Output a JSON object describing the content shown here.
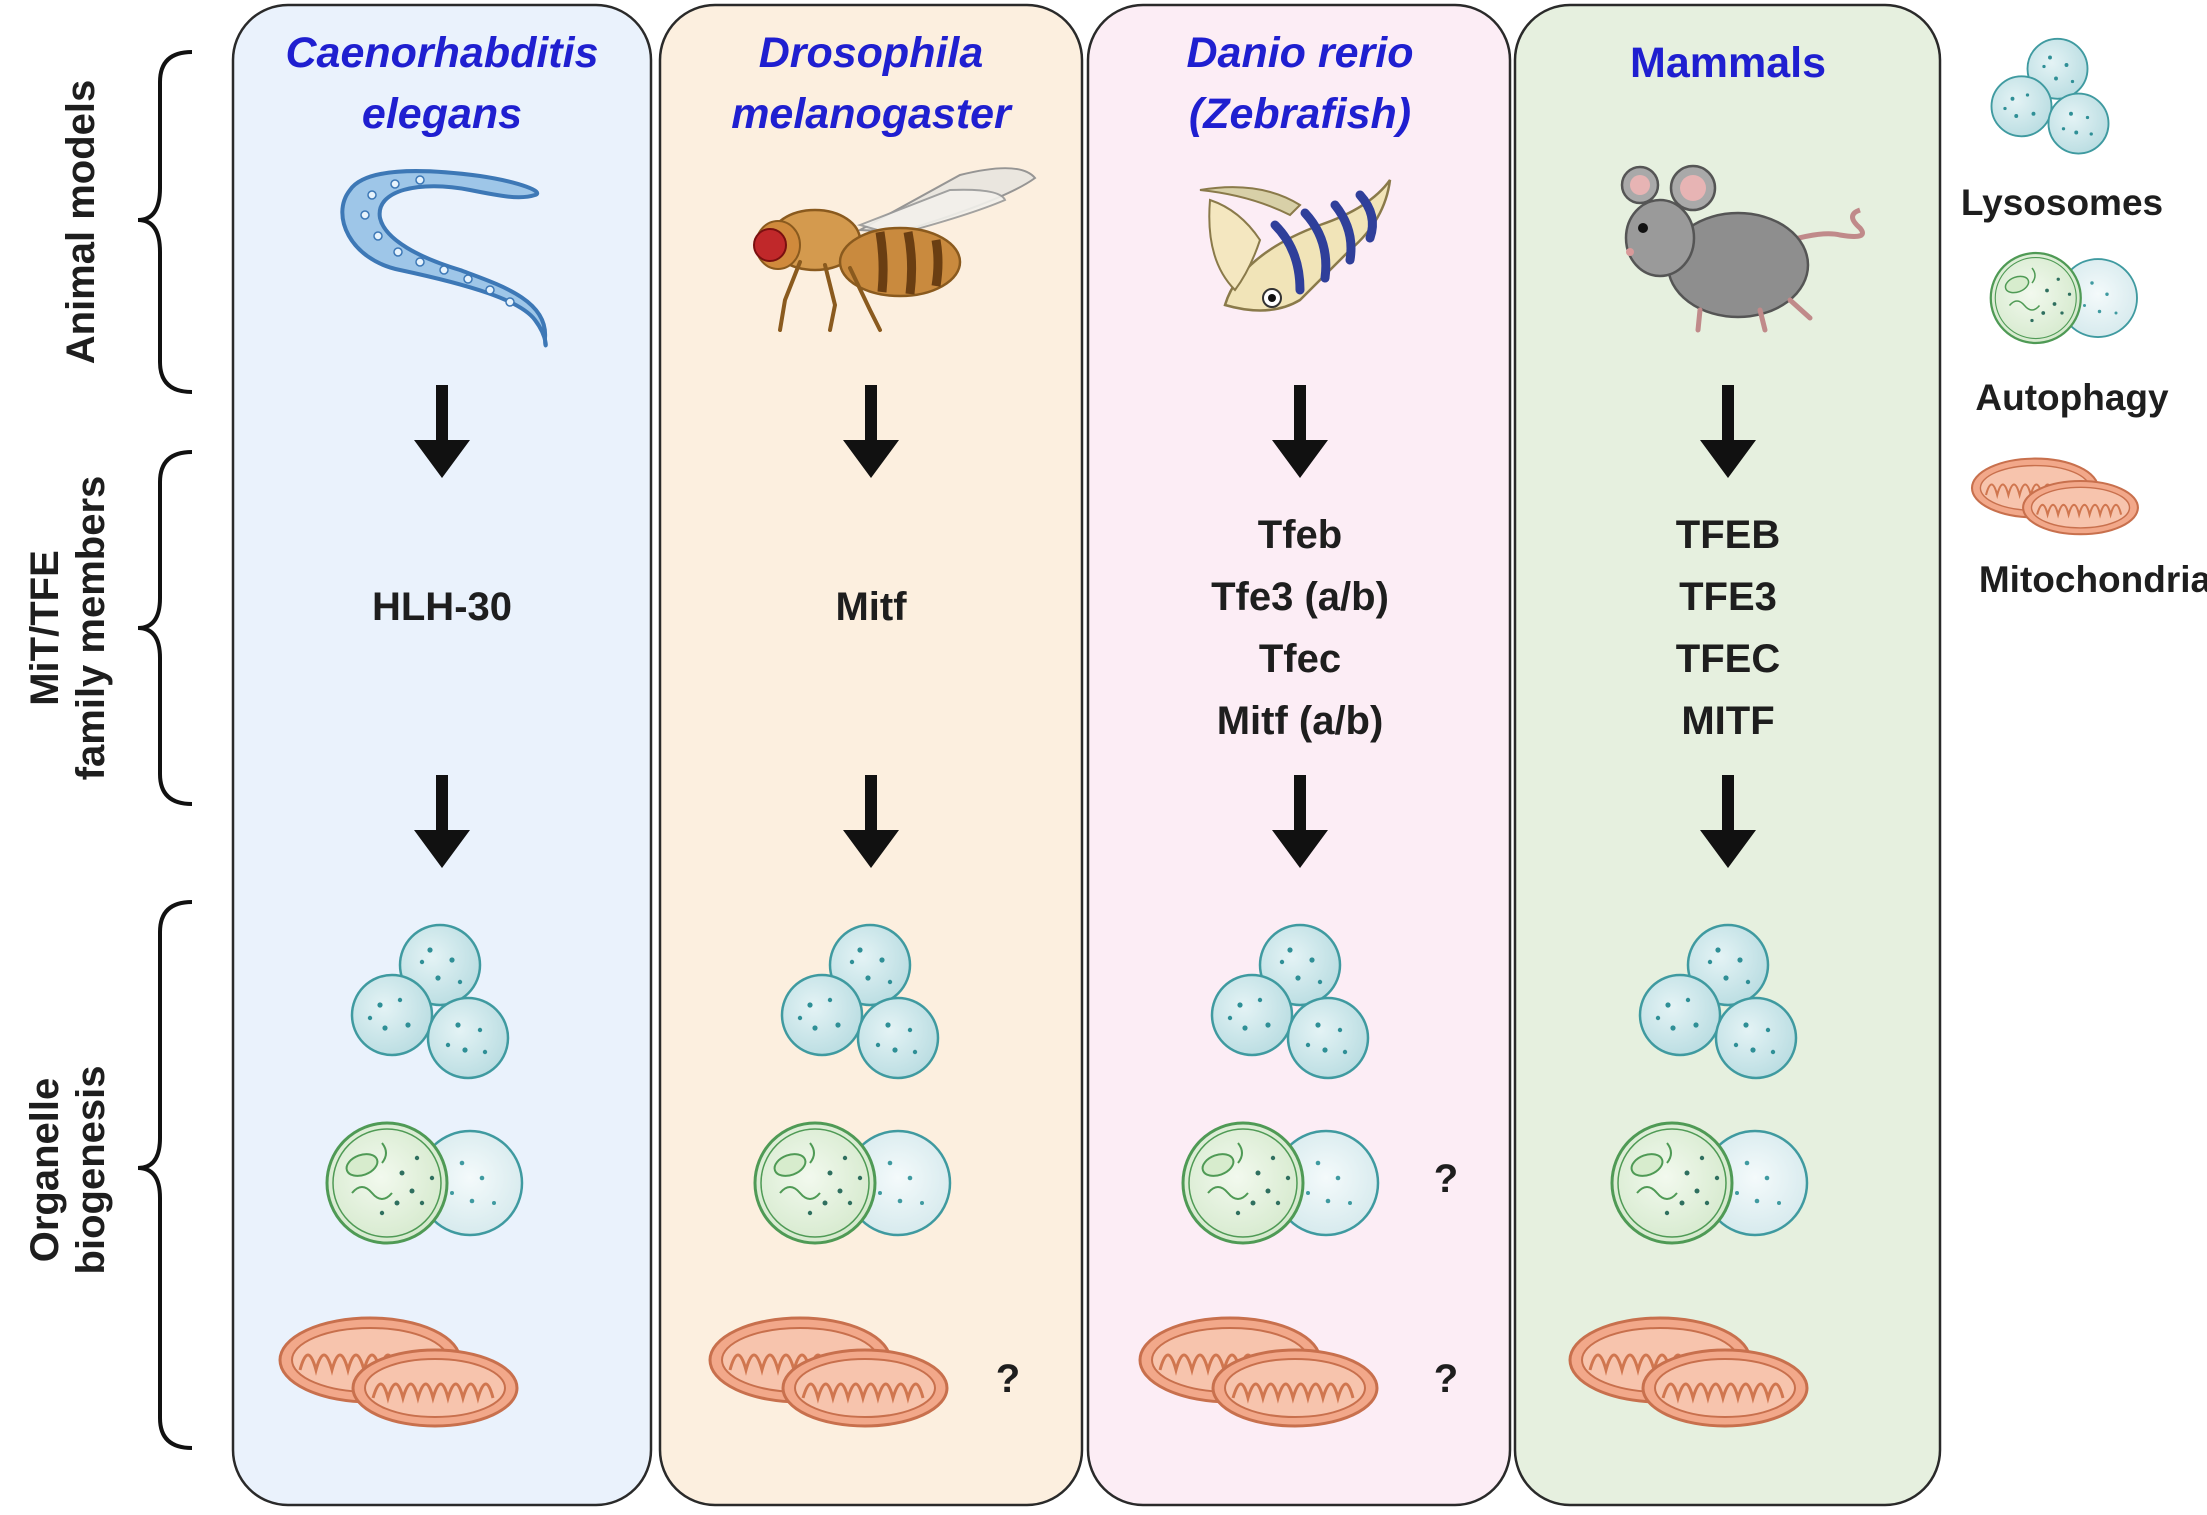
{
  "row_labels": {
    "animal_models": "Animal models",
    "mit_line1": "MiT/TFE",
    "mit_line2": "family members",
    "org_line1": "Organelle",
    "org_line2": "biogenesis"
  },
  "columns": [
    {
      "title_line1": "Caenorhabditis",
      "title_line2": "elegans",
      "italic": true,
      "animal_icon": "worm-icon",
      "bg_color": "#eaf2fc",
      "genes": [
        "HLH-30"
      ],
      "autophagy_question": "",
      "mito_question": ""
    },
    {
      "title_line1": "Drosophila",
      "title_line2": "melanogaster",
      "italic": true,
      "animal_icon": "fly-icon",
      "bg_color": "#fcefdf",
      "genes": [
        "Mitf"
      ],
      "autophagy_question": "",
      "mito_question": "?"
    },
    {
      "title_line1": "Danio rerio",
      "title_line2": "(Zebrafish)",
      "italic": true,
      "animal_icon": "zebrafish-icon",
      "bg_color": "#fcedf5",
      "genes": [
        "Tfeb",
        "Tfe3 (a/b)",
        "Tfec",
        "Mitf (a/b)"
      ],
      "autophagy_question": "?",
      "mito_question": "?"
    },
    {
      "title_line1": "Mammals",
      "title_line2": "",
      "italic": false,
      "animal_icon": "mouse-icon",
      "bg_color": "#e6f0df",
      "genes": [
        "TFEB",
        "TFE3",
        "TFEC",
        "MITF"
      ],
      "autophagy_question": "",
      "mito_question": ""
    }
  ],
  "legend": {
    "lysosomes": "Lysosomes",
    "autophagy": "Autophagy",
    "mitochondria": "Mitochondria"
  },
  "colors": {
    "title_blue": "#1f1fd0",
    "panel_border": "#2a2a2a",
    "lysosome_fill": "#cfe7ea",
    "lysosome_stroke": "#3f9aa0",
    "autophagosome_fill": "#e6f3de",
    "autophagosome_stroke": "#4f9a55",
    "mito_fill": "#f2a88a",
    "mito_stroke": "#c8704d"
  }
}
